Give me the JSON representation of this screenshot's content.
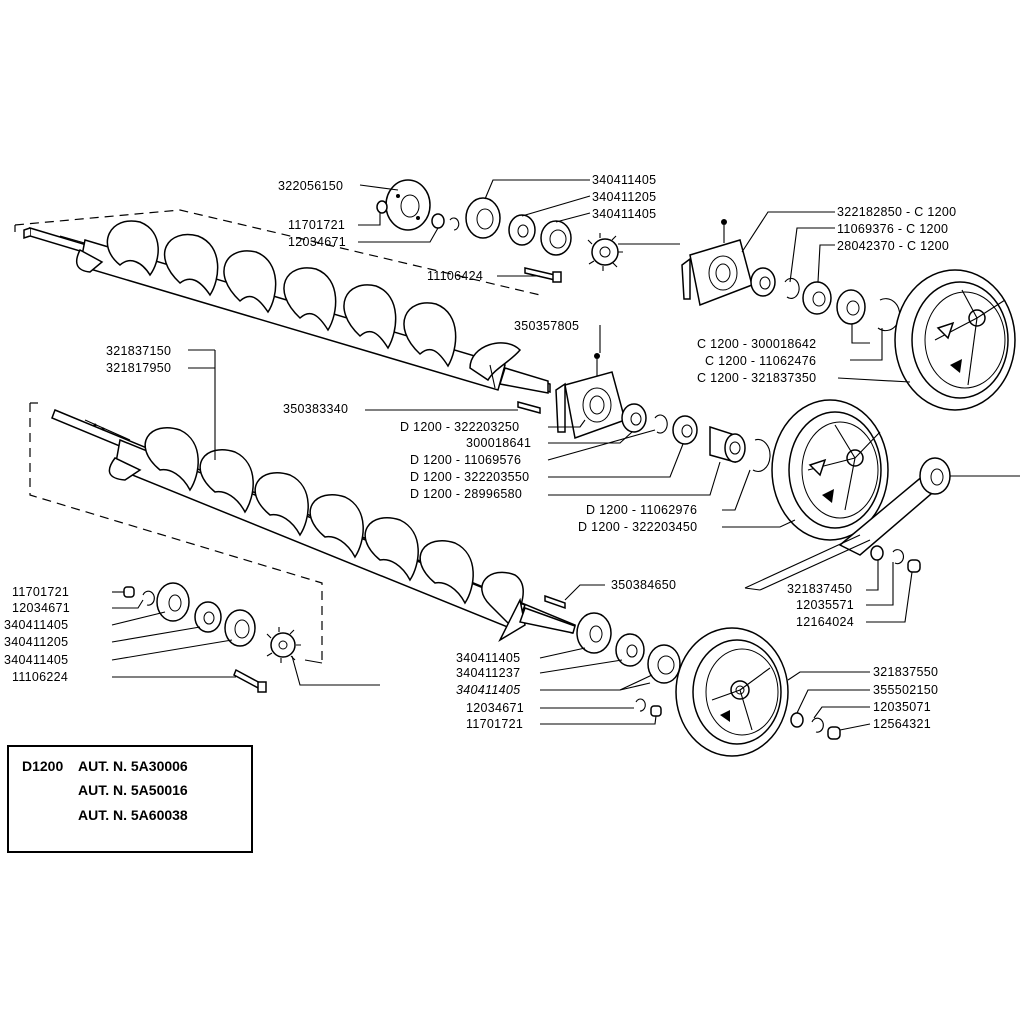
{
  "parts": {
    "p322056150": "322056150",
    "p11701721_top": "11701721",
    "p12034671_top": "12034671",
    "p340411405_a": "340411405",
    "p340411205_top": "340411205",
    "p340411405_b": "340411405",
    "p11106424": "11106424",
    "p322182850": "322182850 - C 1200",
    "p11069376": "11069376 - C 1200",
    "p28042370": "28042370 - C 1200",
    "p300018642": "C 1200 - 300018642",
    "p11062476": "C 1200 - 11062476",
    "p321837350": "C 1200 - 321837350",
    "p350357805": "350357805",
    "p321837150": "321837150",
    "p321817950": "321817950",
    "p350383340": "350383340",
    "p322203250": "D 1200 - 322203250",
    "p300018641": "300018641",
    "p11069576": "D 1200 - 11069576",
    "p322203550": "D 1200 - 322203550",
    "p28996580": "D 1200 - 28996580",
    "p11062976": "D 1200 - 11062976",
    "p322203450": "D 1200 - 322203450",
    "p321837450": "321837450",
    "p12035571": "12035571",
    "p12164024": "12164024",
    "p350384650": "350384650",
    "p11701721_left": "11701721",
    "p12034671_left": "12034671",
    "p340411405_left1": "340411405",
    "p340411205_left": "340411205",
    "p340411405_left2": "340411405",
    "p11106224": "11106224",
    "p340411405_bot1": "340411405",
    "p340411237": "340411237",
    "p340411405_bot2": "340411405",
    "p12034671_bot": "12034671",
    "p11701721_bot": "11701721",
    "p321837550": "321837550",
    "p355502150": "355502150",
    "p12035071": "12035071",
    "p12564321": "12564321"
  },
  "info_box": {
    "model": "D1200",
    "line1": "AUT. N. 5A30006",
    "line2": "AUT. N. 5A50016",
    "line3": "AUT. N. 5A60038"
  }
}
